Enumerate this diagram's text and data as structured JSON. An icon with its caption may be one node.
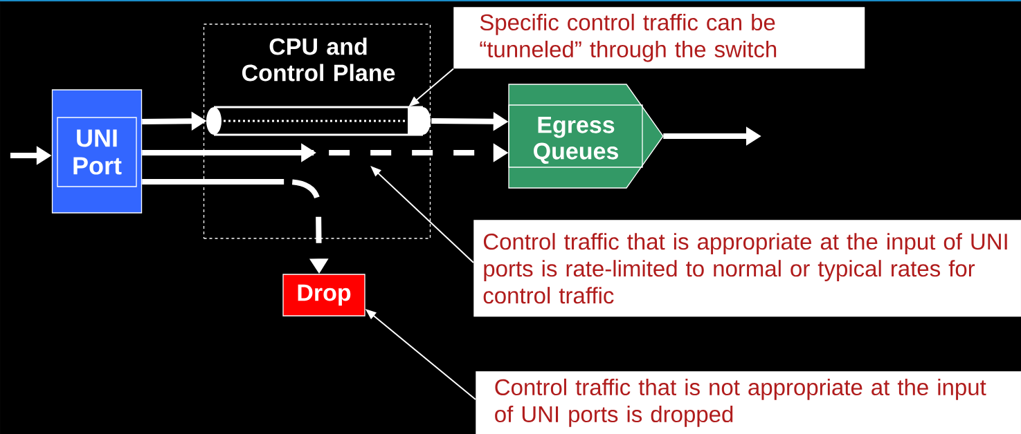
{
  "diagram": {
    "nodes": [
      {
        "text": [
          "UNI Port"
        ]
      },
      {
        "text": [
          "CPU and Control Plane"
        ]
      },
      {
        "text": [],
        "shape": "cylinder",
        "in": 1
      },
      {
        "text": [
          "Egress Queues"
        ]
      },
      {
        "text": [
          "Drop"
        ]
      },
      {
        "text": [
          "Specific control traffic can be “tunneled” through the switch"
        ]
      },
      {
        "text": [
          "Control traffic that is appropriate at the input of UNI ports is rate-limited to normal or typical rates for control traffic"
        ]
      },
      {
        "text": [
          "Control traffic that is not appropriate at the input of UNI ports is dropped"
        ]
      }
    ],
    "edges": [
      {
        "from": null,
        "to": 0,
        "arrow": "to"
      },
      {
        "from": 0,
        "to": 2,
        "arrow": "to"
      },
      {
        "from": 2,
        "to": 3,
        "arrow": "to"
      },
      {
        "from": 0,
        "to": 3,
        "arrow": "to",
        "style": "dashed"
      },
      {
        "from": 0,
        "to": 4,
        "arrow": "to",
        "style": "dashed"
      },
      {
        "from": 3,
        "to": null,
        "arrow": "to"
      },
      {
        "from": 5,
        "to": 2,
        "arrow": "to"
      },
      {
        "from": 6,
        "to": null,
        "arrow": "to"
      },
      {
        "from": 7,
        "to": 4,
        "arrow": "to"
      }
    ]
  }
}
